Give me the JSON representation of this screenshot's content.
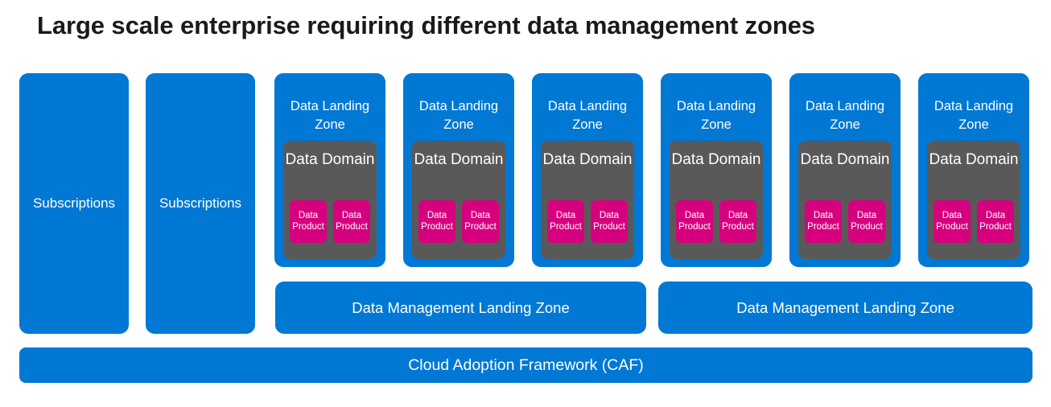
{
  "title": "Large scale enterprise requiring different data management zones",
  "colors": {
    "blue": "#0078D4",
    "gray": "#595959",
    "magenta": "#D6007F",
    "background": "#FFFFFF",
    "title_text": "#1A1A1A",
    "box_text": "#FFFFFF"
  },
  "subscriptions": [
    {
      "label": "Subscriptions"
    },
    {
      "label": "Subscriptions"
    }
  ],
  "landing_zones": [
    {
      "label": "Data Landing Zone",
      "domain": {
        "label": "Data Domain",
        "products": [
          {
            "label": "Data Product"
          },
          {
            "label": "Data Product"
          }
        ]
      }
    },
    {
      "label": "Data Landing Zone",
      "domain": {
        "label": "Data Domain",
        "products": [
          {
            "label": "Data Product"
          },
          {
            "label": "Data Product"
          }
        ]
      }
    },
    {
      "label": "Data Landing Zone",
      "domain": {
        "label": "Data Domain",
        "products": [
          {
            "label": "Data Product"
          },
          {
            "label": "Data Product"
          }
        ]
      }
    },
    {
      "label": "Data Landing Zone",
      "domain": {
        "label": "Data Domain",
        "products": [
          {
            "label": "Data Product"
          },
          {
            "label": "Data Product"
          }
        ]
      }
    },
    {
      "label": "Data Landing Zone",
      "domain": {
        "label": "Data Domain",
        "products": [
          {
            "label": "Data Product"
          },
          {
            "label": "Data Product"
          }
        ]
      }
    },
    {
      "label": "Data Landing Zone",
      "domain": {
        "label": "Data Domain",
        "products": [
          {
            "label": "Data Product"
          },
          {
            "label": "Data Product"
          }
        ]
      }
    }
  ],
  "management_zones": [
    {
      "label": "Data Management Landing Zone"
    },
    {
      "label": "Data Management Landing Zone"
    }
  ],
  "foundation": {
    "label": "Cloud Adoption Framework (CAF)"
  }
}
